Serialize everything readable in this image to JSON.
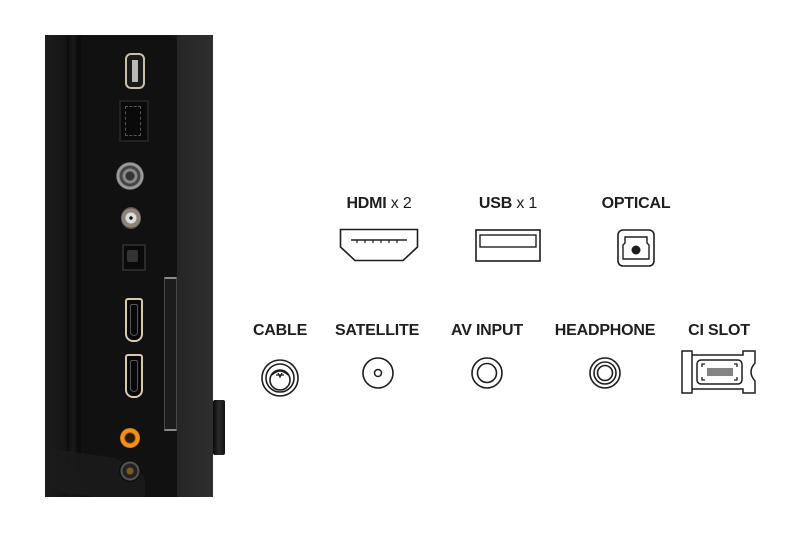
{
  "tv_panel": {
    "ports_top_to_bottom": [
      "USB",
      "LAN",
      "CABLE (RF coax)",
      "SATELLITE (F-connector)",
      "OPTICAL",
      "HDMI 1",
      "HDMI 2",
      "AV INPUT",
      "HEADPHONE"
    ],
    "side": [
      "CI SLOT"
    ],
    "colors": {
      "body": "#161616",
      "bezel": "#2a2a2a",
      "av_ring": "#f29018",
      "hdmi_outline": "#d6c9ae"
    }
  },
  "legend": {
    "row1": [
      {
        "name": "HDMI",
        "count": "x 2",
        "icon": "hdmi-icon"
      },
      {
        "name": "USB",
        "count": "x 1",
        "icon": "usb-icon"
      },
      {
        "name": "OPTICAL",
        "count": "",
        "icon": "optical-icon"
      }
    ],
    "row2": [
      {
        "name": "CABLE",
        "icon": "cable-icon"
      },
      {
        "name": "SATELLITE",
        "icon": "satellite-icon"
      },
      {
        "name": "AV INPUT",
        "icon": "av-input-icon"
      },
      {
        "name": "HEADPHONE",
        "icon": "headphone-icon"
      },
      {
        "name": "CI SLOT",
        "icon": "ci-slot-icon"
      }
    ],
    "icon_color": "#1e1e1e"
  }
}
